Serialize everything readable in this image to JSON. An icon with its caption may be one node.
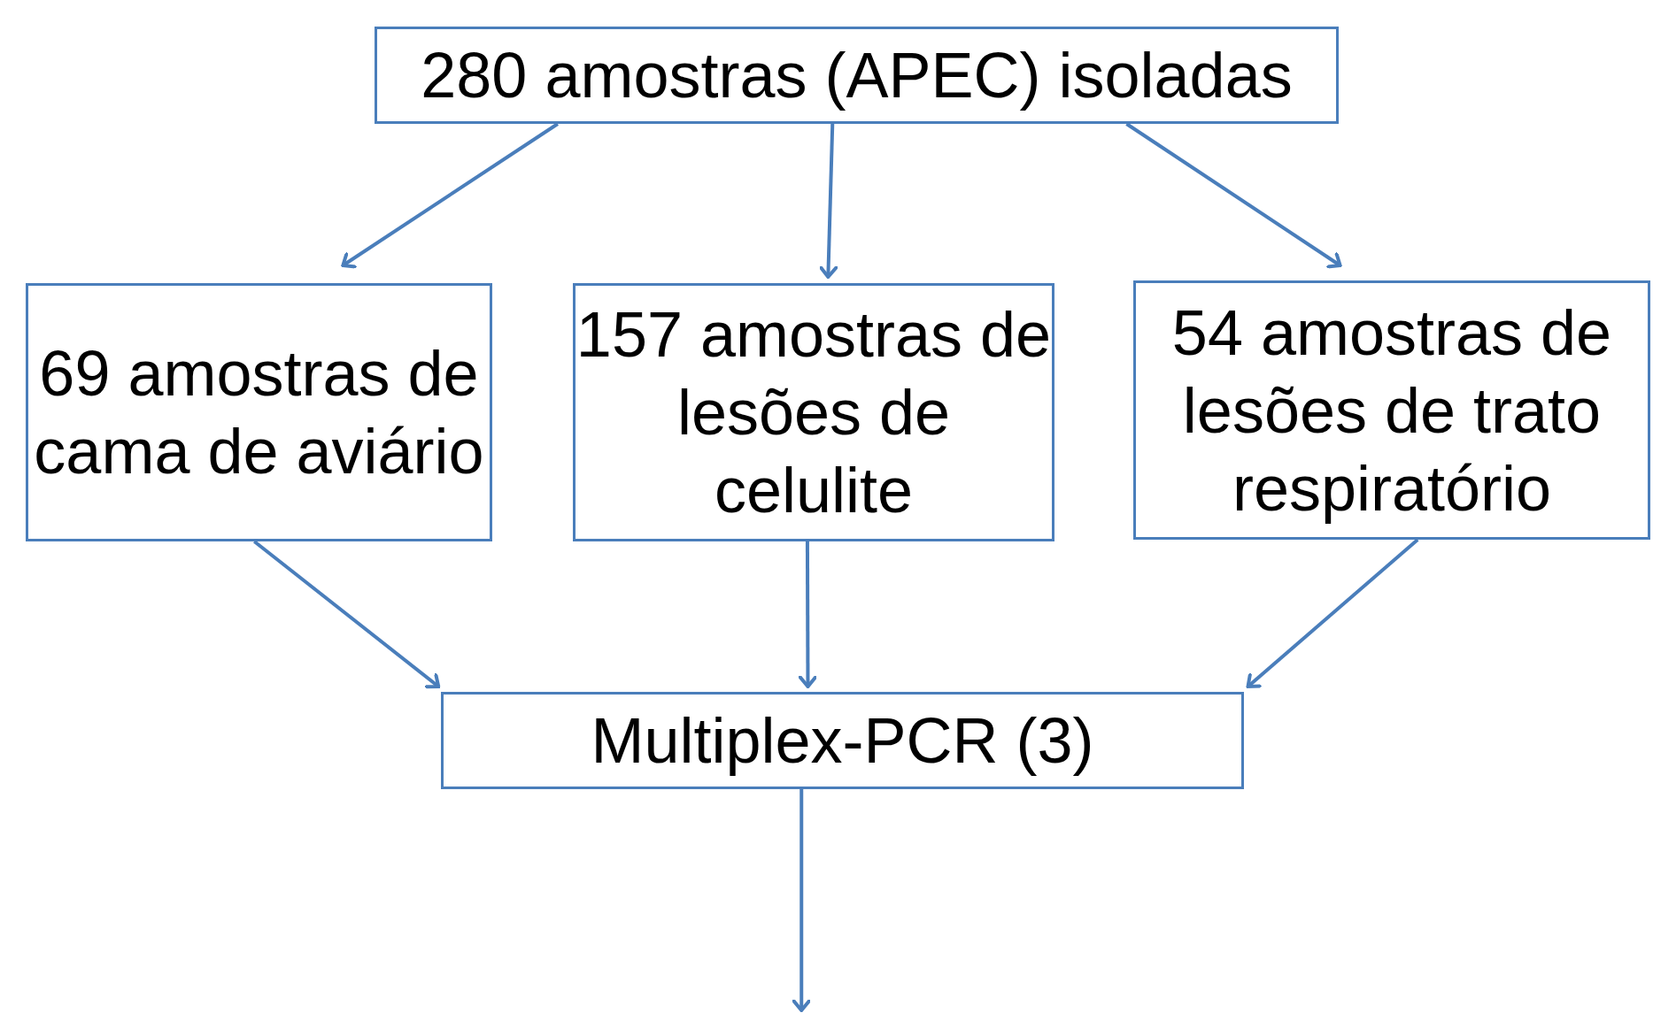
{
  "diagram": {
    "nodes": [
      {
        "text": [
          "280 amostras (APEC) isoladas"
        ]
      },
      {
        "text": [
          "69 amostras de cama de aviário"
        ]
      },
      {
        "text": [
          "157 amostras de lesões de celulite"
        ]
      },
      {
        "text": [
          "54 amostras de lesões de trato respiratório"
        ]
      },
      {
        "text": [
          "Multiplex-PCR (3)"
        ]
      }
    ],
    "edges": [
      {
        "from": 0,
        "to": 1,
        "arrow": "to"
      },
      {
        "from": 0,
        "to": 2,
        "arrow": "to"
      },
      {
        "from": 0,
        "to": 3,
        "arrow": "to"
      },
      {
        "from": 1,
        "to": 4,
        "arrow": "to"
      },
      {
        "from": 2,
        "to": 4,
        "arrow": "to"
      },
      {
        "from": 3,
        "to": 4,
        "arrow": "to"
      },
      {
        "from": 4,
        "to": null,
        "arrow": "to"
      }
    ]
  }
}
